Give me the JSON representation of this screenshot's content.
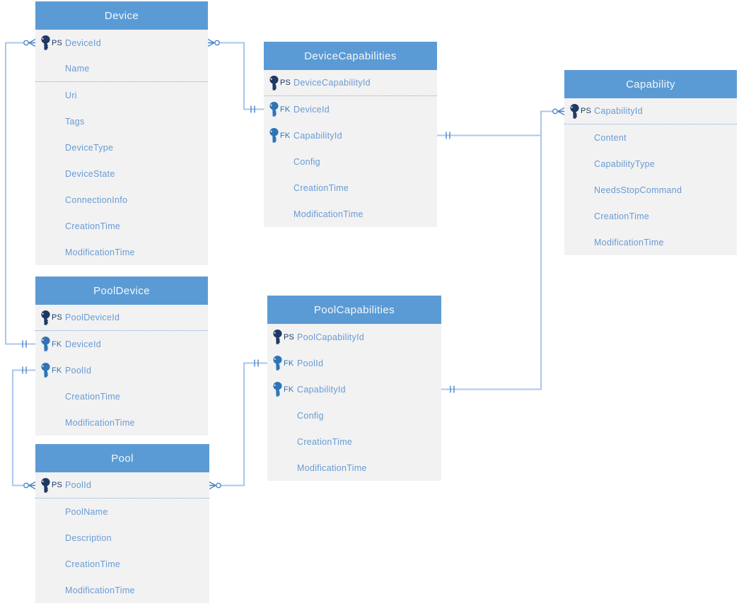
{
  "diagram": {
    "type": "entity-relationship",
    "colors": {
      "header_bg": "#5b9bd5",
      "header_text": "#f2f8fc",
      "body_bg": "#f2f2f2",
      "field_text": "#699bd3",
      "pk_icon": "#1f3864",
      "fk_icon": "#2e75b6",
      "connector_line": "#a9c7eb",
      "connector_symbol": "#4b86c8",
      "separator_dotted": "#80a9dd"
    },
    "entities": [
      {
        "id": "Device",
        "title": "Device",
        "fields": [
          {
            "badge": "PS",
            "key": "primary",
            "name": "DeviceId"
          },
          {
            "badge": "",
            "key": "none",
            "name": "Name",
            "separator_below": true
          },
          {
            "badge": "",
            "key": "none",
            "name": "Uri"
          },
          {
            "badge": "",
            "key": "none",
            "name": "Tags"
          },
          {
            "badge": "",
            "key": "none",
            "name": "DeviceType"
          },
          {
            "badge": "",
            "key": "none",
            "name": "DeviceState"
          },
          {
            "badge": "",
            "key": "none",
            "name": "ConnectionInfo"
          },
          {
            "badge": "",
            "key": "none",
            "name": "CreationTime"
          },
          {
            "badge": "",
            "key": "none",
            "name": "ModificationTime"
          }
        ]
      },
      {
        "id": "DeviceCapabilities",
        "title": "DeviceCapabilities",
        "fields": [
          {
            "badge": "PS",
            "key": "primary",
            "name": "DeviceCapabilityId",
            "separator_below": true
          },
          {
            "badge": "FK",
            "key": "foreign",
            "name": "DeviceId"
          },
          {
            "badge": "FK",
            "key": "foreign",
            "name": "CapabilityId"
          },
          {
            "badge": "",
            "key": "none",
            "name": "Config"
          },
          {
            "badge": "",
            "key": "none",
            "name": "CreationTime"
          },
          {
            "badge": "",
            "key": "none",
            "name": "ModificationTime"
          }
        ]
      },
      {
        "id": "Capability",
        "title": "Capability",
        "fields": [
          {
            "badge": "PS",
            "key": "primary",
            "name": "CapabilityId",
            "separator_below": true
          },
          {
            "badge": "",
            "key": "none",
            "name": "Content"
          },
          {
            "badge": "",
            "key": "none",
            "name": "CapabilityType"
          },
          {
            "badge": "",
            "key": "none",
            "name": "NeedsStopCommand"
          },
          {
            "badge": "",
            "key": "none",
            "name": "CreationTime"
          },
          {
            "badge": "",
            "key": "none",
            "name": "ModificationTime"
          }
        ]
      },
      {
        "id": "PoolDevice",
        "title": "PoolDevice",
        "fields": [
          {
            "badge": "PS",
            "key": "primary",
            "name": "PoolDeviceId",
            "separator_below": true
          },
          {
            "badge": "FK",
            "key": "foreign",
            "name": "DeviceId"
          },
          {
            "badge": "FK",
            "key": "foreign",
            "name": "PoolId"
          },
          {
            "badge": "",
            "key": "none",
            "name": "CreationTime"
          },
          {
            "badge": "",
            "key": "none",
            "name": "ModificationTime"
          }
        ]
      },
      {
        "id": "PoolCapabilities",
        "title": "PoolCapabilities",
        "fields": [
          {
            "badge": "PS",
            "key": "primary",
            "name": "PoolCapabilityId"
          },
          {
            "badge": "FK",
            "key": "foreign",
            "name": "PoolId"
          },
          {
            "badge": "FK",
            "key": "foreign",
            "name": "CapabilityId"
          },
          {
            "badge": "",
            "key": "none",
            "name": "Config"
          },
          {
            "badge": "",
            "key": "none",
            "name": "CreationTime"
          },
          {
            "badge": "",
            "key": "none",
            "name": "ModificationTime"
          }
        ]
      },
      {
        "id": "Pool",
        "title": "Pool",
        "fields": [
          {
            "badge": "PS",
            "key": "primary",
            "name": "PoolId",
            "separator_below": true
          },
          {
            "badge": "",
            "key": "none",
            "name": "PoolName"
          },
          {
            "badge": "",
            "key": "none",
            "name": "Description"
          },
          {
            "badge": "",
            "key": "none",
            "name": "CreationTime"
          },
          {
            "badge": "",
            "key": "none",
            "name": "ModificationTime"
          }
        ]
      }
    ],
    "relationships": [
      {
        "id": "device-pooldevice",
        "many_end": "Device.DeviceId",
        "one_end": "PoolDevice.DeviceId",
        "many_symbol": "zero-or-many",
        "one_symbol": "one-and-only-one"
      },
      {
        "id": "device-devicecapabilities",
        "many_end": "Device.DeviceId",
        "one_end": "DeviceCapabilities.DeviceId",
        "many_symbol": "zero-or-many",
        "one_symbol": "one-and-only-one"
      },
      {
        "id": "capability-devicecapabilities",
        "many_end": "Capability.CapabilityId",
        "one_end": "DeviceCapabilities.CapabilityId",
        "many_symbol": "zero-or-many",
        "one_symbol": "one-and-only-one"
      },
      {
        "id": "capability-poolcapabilities",
        "many_end": "Capability.CapabilityId",
        "one_end": "PoolCapabilities.CapabilityId",
        "many_symbol": "zero-or-many",
        "one_symbol": "one-and-only-one"
      },
      {
        "id": "pool-pooldevice",
        "many_end": "Pool.PoolId",
        "one_end": "PoolDevice.PoolId",
        "many_symbol": "zero-or-many",
        "one_symbol": "one-and-only-one"
      },
      {
        "id": "pool-poolcapabilities",
        "many_end": "Pool.PoolId",
        "one_end": "PoolCapabilities.PoolId",
        "many_symbol": "zero-or-many",
        "one_symbol": "one-and-only-one"
      }
    ]
  }
}
